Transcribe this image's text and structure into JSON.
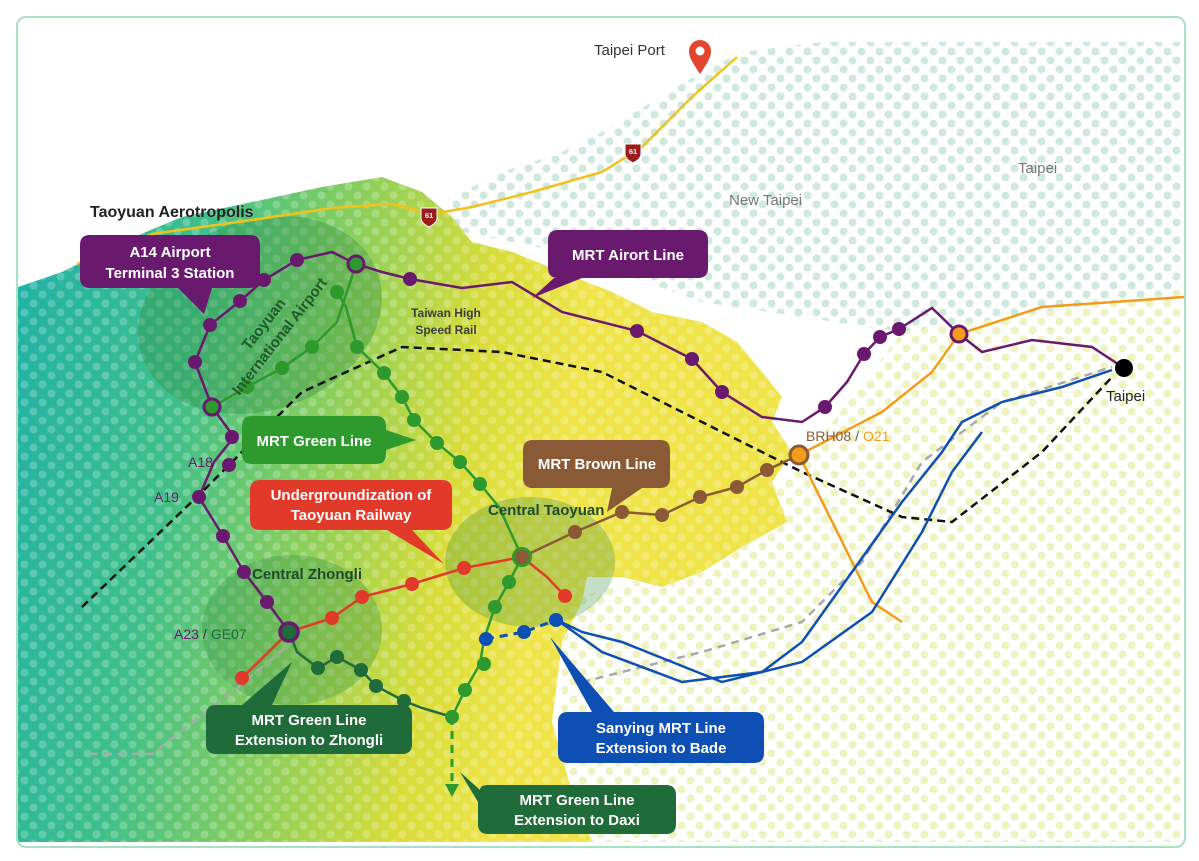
{
  "places": {
    "taipei_port": "Taipei Port",
    "taoyuan_aerotropolis": "Taoyuan Aerotropolis",
    "new_taipei": "New Taipei",
    "taipei_region": "Taipei",
    "taipei_station": "Taipei",
    "airport_line1": "Taoyuan",
    "airport_line2": "International Airport",
    "hsr_line1": "Taiwan High",
    "hsr_line2": "Speed Rail",
    "central_taoyuan": "Central Taoyuan",
    "central_zhongli": "Central Zhongli"
  },
  "highway": {
    "route_number": "61"
  },
  "station_labels": {
    "a18": "A18",
    "a19": "A19",
    "a23": "A23",
    "ge07": "GE07",
    "sep": "/",
    "brh08": "BRH08",
    "o21": "O21"
  },
  "callouts": {
    "a14_line1": "A14 Airport",
    "a14_line2": "Terminal 3 Station",
    "airport_line": "MRT Airort Line",
    "green_line": "MRT Green Line",
    "brown_line": "MRT Brown Line",
    "railway_line1": "Undergroundization of",
    "railway_line2": "Taoyuan Railway",
    "gz_line1": "MRT Green Line",
    "gz_line2": "Extension to Zhongli",
    "sanying_line1": "Sanying MRT Line",
    "sanying_line2": "Extension to Bade",
    "daxi_line1": "MRT Green Line",
    "daxi_line2": "Extension to Daxi"
  },
  "colors": {
    "airport_purple": "#6a1a6e",
    "green": "#2e9a2e",
    "dark_green": "#1f6b3a",
    "brown": "#8a5a36",
    "red": "#e23a2a",
    "blue": "#0d4fb3",
    "orange": "#f39c1a",
    "highway_yellow": "#f2c21a",
    "pin_red": "#e4452e"
  }
}
